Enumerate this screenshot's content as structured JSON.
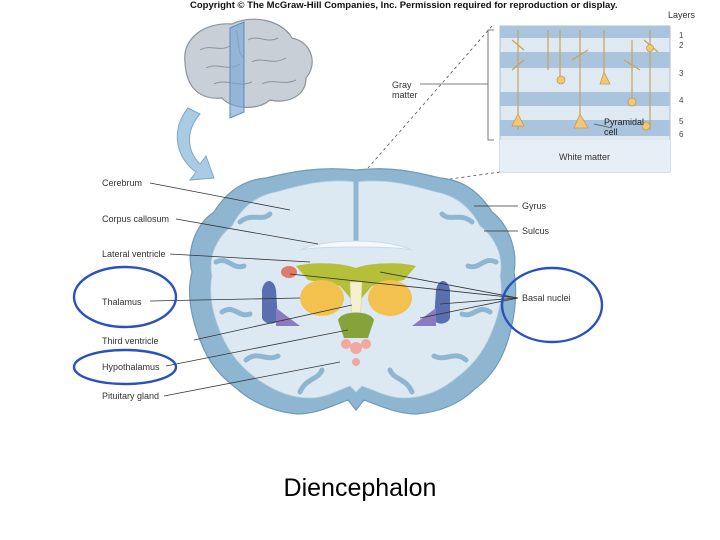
{
  "copyright": "Copyright © The McGraw-Hill Companies, Inc. Permission required for reproduction or display.",
  "inset": {
    "layers_title": "Layers",
    "layer_numbers": [
      "1",
      "2",
      "3",
      "4",
      "5",
      "6"
    ],
    "gray_matter_line1": "Gray",
    "gray_matter_line2": "matter",
    "pyramidal_line1": "Pyramidal",
    "pyramidal_line2": "cell",
    "white_matter": "White matter"
  },
  "labels_left": {
    "cerebrum": "Cerebrum",
    "corpus_callosum": "Corpus callosum",
    "lateral_ventricle": "Lateral ventricle",
    "thalamus": "Thalamus",
    "third_ventricle": "Third ventricle",
    "hypothalamus": "Hypothalamus",
    "pituitary_gland": "Pituitary gland"
  },
  "labels_right": {
    "gyrus": "Gyrus",
    "sulcus": "Sulcus",
    "basal_nuclei": "Basal nuclei"
  },
  "caption": "Diencephalon",
  "colors": {
    "highlight_circle": "#2a52be",
    "cortex": "#8fb6d1",
    "white_matter": "#dce9f2",
    "thalamus": "#f2c14e",
    "hypothalamus": "#86a23a",
    "basal_nuclei_red": "#e07a6a",
    "ventricle_green": "#b5bf3a",
    "pituitary": "#f2a7a0",
    "nucleus_purple": "#8a7ac0"
  }
}
